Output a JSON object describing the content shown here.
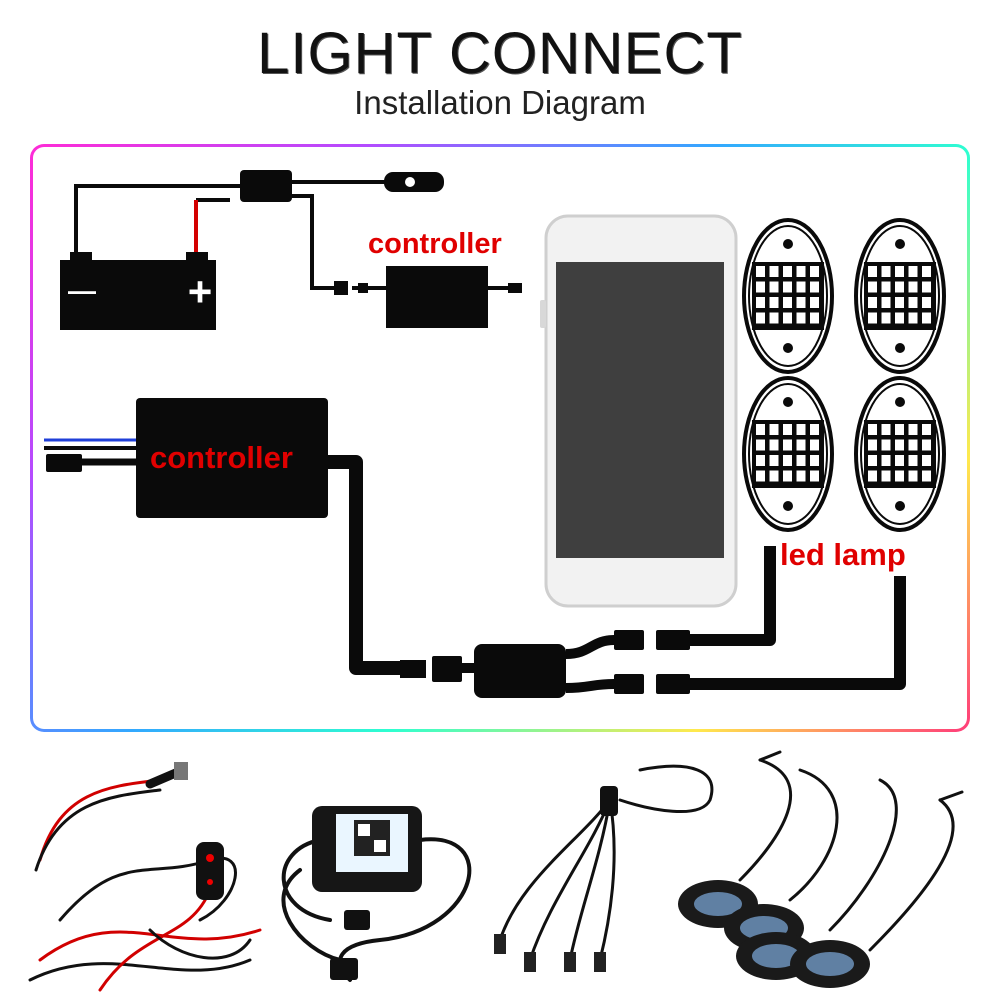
{
  "header": {
    "title": "LIGHT CONNECT",
    "subtitle": "Installation Diagram"
  },
  "diagram": {
    "labels": {
      "controller_small": "controller",
      "controller_large": "controller",
      "led_lamp": "led lamp"
    },
    "battery": {
      "negative_symbol": "—",
      "positive_symbol": "+"
    },
    "led_lamp_count": 4
  },
  "colors": {
    "label_red": "#e00000",
    "device_black": "#0a0a0a",
    "phone_screen": "#3f3f3f"
  }
}
